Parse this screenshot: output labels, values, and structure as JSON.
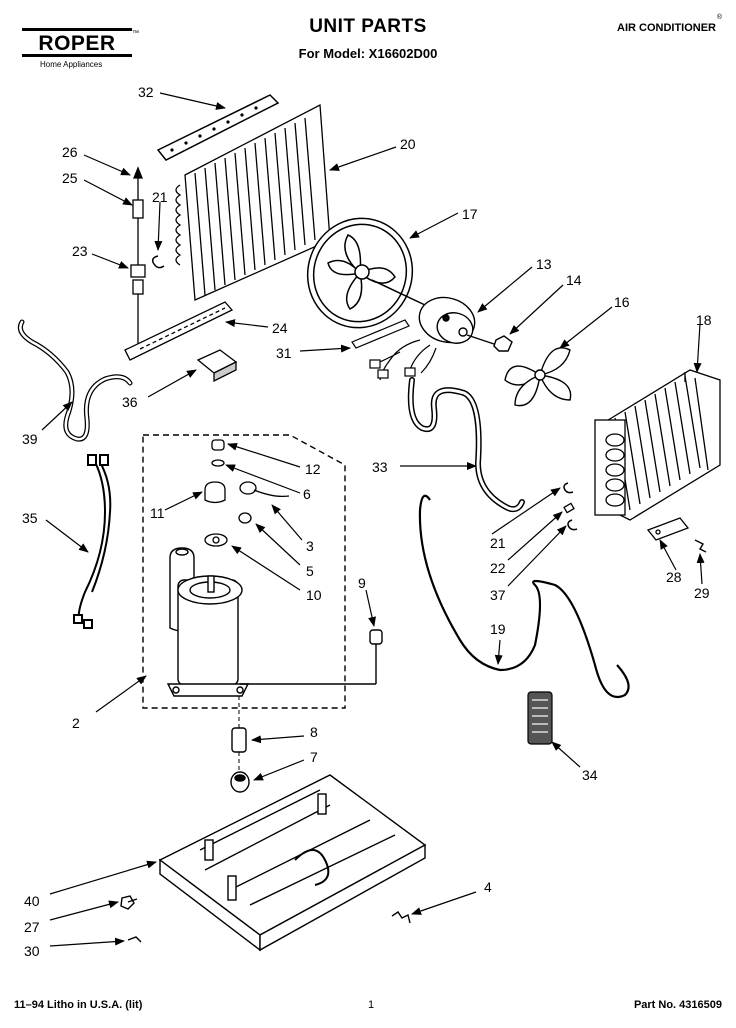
{
  "header": {
    "title": "UNIT PARTS",
    "subtitle": "For Model: X16602D00",
    "category": "AIR CONDITIONER",
    "trademark": "®"
  },
  "brand": {
    "name": "ROPER",
    "tagline": "Home Appliances",
    "trademark": "™"
  },
  "footer": {
    "left": "11–94 Litho in U.S.A. (lit)",
    "page": "1",
    "part": "Part No. 4316509"
  },
  "callouts": {
    "c32": "32",
    "c26": "26",
    "c25": "25",
    "c21a": "21",
    "c20": "20",
    "c17": "17",
    "c23": "23",
    "c13": "13",
    "c14": "14",
    "c16": "16",
    "c18": "18",
    "c24": "24",
    "c31": "31",
    "c36": "36",
    "c39": "39",
    "c12": "12",
    "c6": "6",
    "c11": "11",
    "c3": "3",
    "c33": "33",
    "c35": "35",
    "c5": "5",
    "c10": "10",
    "c9": "9",
    "c21b": "21",
    "c22": "22",
    "c37": "37",
    "c28": "28",
    "c29": "29",
    "c19": "19",
    "c2": "2",
    "c8": "8",
    "c7": "7",
    "c34": "34",
    "c40": "40",
    "c4": "4",
    "c27": "27",
    "c30": "30"
  }
}
